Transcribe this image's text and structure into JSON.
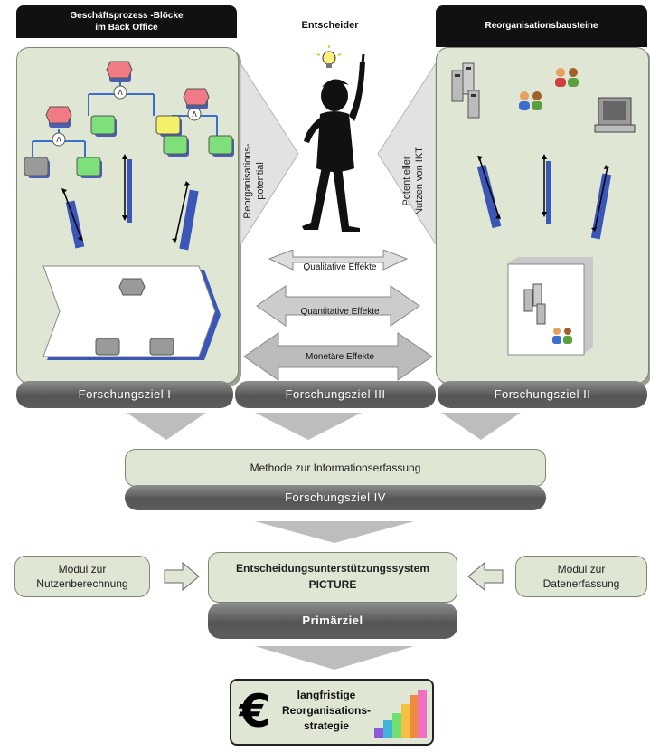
{
  "left_header": {
    "line1": "Geschäftsprozess -Blöcke",
    "line2": "im Back Office"
  },
  "decider_label": "Entscheider",
  "right_header": "Reorganisationsbausteine",
  "left_arrow_text": {
    "line1": "Reorganisations-",
    "line2": "potential"
  },
  "right_arrow_text": {
    "line1": "Potentieller",
    "line2": "Nutzen von IKT"
  },
  "effects": [
    "Qualitative Effekte",
    "Quantitative Effekte",
    "Monetäre Effekte"
  ],
  "goals": {
    "left": "Forschungsziel I",
    "middle": "Forschungsziel  III",
    "right": "Forschungsziel II",
    "fourth": "Forschungsziel  IV"
  },
  "method_label": "Methode zur Informationserfassung",
  "module_left": {
    "line1": "Modul zur",
    "line2": "Nutzenberechnung"
  },
  "module_right": {
    "line1": "Modul zur",
    "line2": "Datenerfassung"
  },
  "dss": {
    "line1": "Entscheidungsunterstützungssystem",
    "line2": "PICTURE"
  },
  "primary_goal": "Primärziel",
  "strategy": {
    "symbol": "€",
    "line1": "langfristige",
    "line2": "Reorganisations-",
    "line3": "strategie"
  },
  "colors": {
    "panel": "#dfe6d3",
    "dark_bar": "#555555",
    "red_block": "#f07b85",
    "green_block": "#7ee07a",
    "yellow_block": "#f5f06a",
    "grey_block": "#9a9a9a",
    "blue_shadow": "#3a57b8"
  }
}
